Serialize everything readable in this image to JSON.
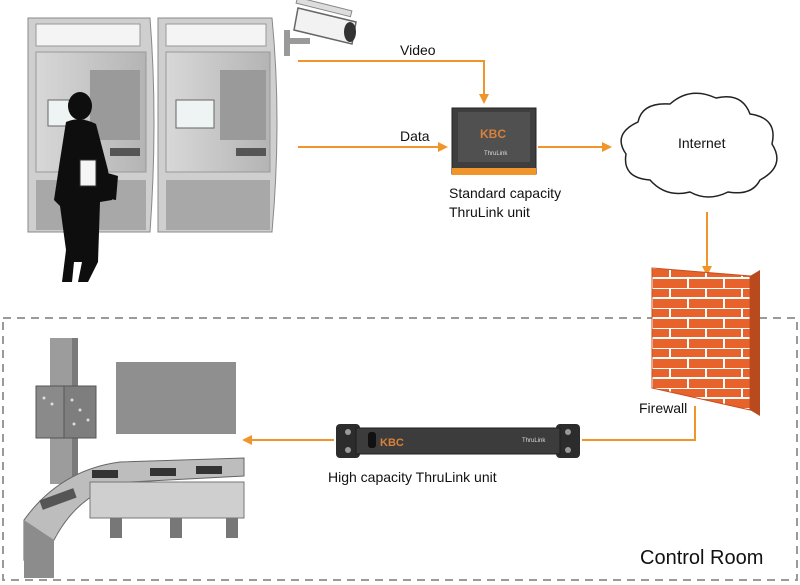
{
  "labels": {
    "video": "Video",
    "data": "Data",
    "standard_unit_line1": "Standard capacity",
    "standard_unit_line2": "ThruLink unit",
    "internet": "Internet",
    "firewall": "Firewall",
    "high_unit": "High capacity ThruLink unit",
    "control_room": "Control Room"
  },
  "device_text": {
    "brand": "KBC",
    "model": "ThruLink"
  },
  "colors": {
    "arrow": "#f0952a",
    "brick": "#e8622c",
    "mortar": "#ffffff",
    "device_body": "#3c3c3c",
    "dashed_border": "#9a9a9a"
  },
  "icons": [
    "atm-machine-icon",
    "person-silhouette-icon",
    "cctv-camera-icon",
    "cloud-icon",
    "brick-wall-icon",
    "control-desk-icon"
  ]
}
